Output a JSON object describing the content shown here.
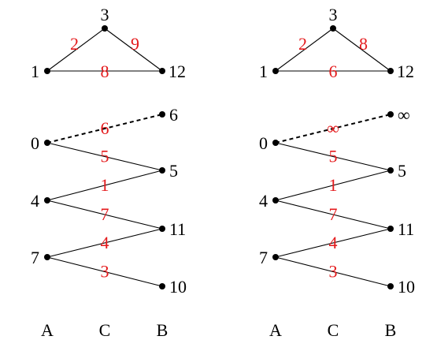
{
  "colors": {
    "node": "#000000",
    "edge": "#000000",
    "weight": "#e41a1c",
    "label": "#000000"
  },
  "panels": [
    {
      "id": "left",
      "triangle": {
        "nodes": [
          {
            "id": "A",
            "label": "1"
          },
          {
            "id": "C",
            "label": "3"
          },
          {
            "id": "B",
            "label": "12"
          }
        ],
        "edges": [
          {
            "from": "A",
            "to": "C",
            "weight": "2"
          },
          {
            "from": "C",
            "to": "B",
            "weight": "9"
          },
          {
            "from": "A",
            "to": "B",
            "weight": "8"
          }
        ]
      },
      "graph": {
        "left_nodes": [
          {
            "id": "a0",
            "label": "0"
          },
          {
            "id": "a4",
            "label": "4"
          },
          {
            "id": "a7",
            "label": "7"
          }
        ],
        "right_nodes": [
          {
            "id": "b1",
            "label": "6"
          },
          {
            "id": "b2",
            "label": "5"
          },
          {
            "id": "b3",
            "label": "11"
          },
          {
            "id": "b4",
            "label": "10"
          }
        ],
        "edges": [
          {
            "from": "a0",
            "to": "b1",
            "weight": "6",
            "dashed": true
          },
          {
            "from": "a0",
            "to": "b2",
            "weight": "5",
            "dashed": false
          },
          {
            "from": "a4",
            "to": "b2",
            "weight": "1",
            "dashed": false
          },
          {
            "from": "a4",
            "to": "b3",
            "weight": "7",
            "dashed": false
          },
          {
            "from": "a7",
            "to": "b3",
            "weight": "4",
            "dashed": false
          },
          {
            "from": "a7",
            "to": "b4",
            "weight": "3",
            "dashed": false
          }
        ]
      },
      "columns": [
        "A",
        "C",
        "B"
      ]
    },
    {
      "id": "right",
      "triangle": {
        "nodes": [
          {
            "id": "A",
            "label": "1"
          },
          {
            "id": "C",
            "label": "3"
          },
          {
            "id": "B",
            "label": "12"
          }
        ],
        "edges": [
          {
            "from": "A",
            "to": "C",
            "weight": "2"
          },
          {
            "from": "C",
            "to": "B",
            "weight": "8"
          },
          {
            "from": "A",
            "to": "B",
            "weight": "6"
          }
        ]
      },
      "graph": {
        "left_nodes": [
          {
            "id": "a0",
            "label": "0"
          },
          {
            "id": "a4",
            "label": "4"
          },
          {
            "id": "a7",
            "label": "7"
          }
        ],
        "right_nodes": [
          {
            "id": "b1",
            "label": "∞"
          },
          {
            "id": "b2",
            "label": "5"
          },
          {
            "id": "b3",
            "label": "11"
          },
          {
            "id": "b4",
            "label": "10"
          }
        ],
        "edges": [
          {
            "from": "a0",
            "to": "b1",
            "weight": "∞",
            "dashed": true
          },
          {
            "from": "a0",
            "to": "b2",
            "weight": "5",
            "dashed": false
          },
          {
            "from": "a4",
            "to": "b2",
            "weight": "1",
            "dashed": false
          },
          {
            "from": "a4",
            "to": "b3",
            "weight": "7",
            "dashed": false
          },
          {
            "from": "a7",
            "to": "b3",
            "weight": "4",
            "dashed": false
          },
          {
            "from": "a7",
            "to": "b4",
            "weight": "3",
            "dashed": false
          }
        ]
      },
      "columns": [
        "A",
        "C",
        "B"
      ]
    }
  ]
}
